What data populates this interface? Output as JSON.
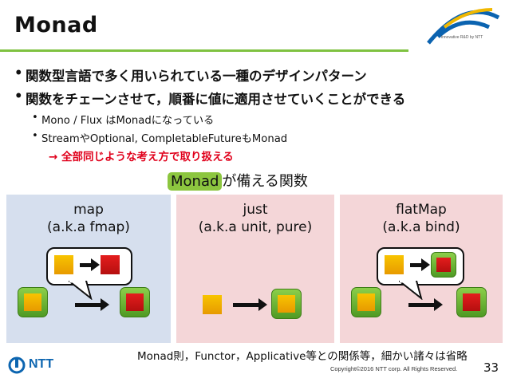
{
  "slide": {
    "title": "Monad",
    "logo_text": "Innovative R&D by NTT",
    "bullets": [
      "関数型言語で多く用いられている一種のデザインパターン",
      "関数をチェーンさせて，順番に値に適用させていくことができる"
    ],
    "sub_bullets": [
      "Mono / Flux はMonadになっている",
      "StreamやOptional, CompletableFutureもMonad"
    ],
    "emphasis": "→ 全部同じような考え方で取り扱える",
    "caption_highlight": "Monad",
    "caption_rest": "が備える関数",
    "panels": [
      {
        "line1": "map",
        "line2": "(a.k.a fmap)",
        "bg": "#d6dfee"
      },
      {
        "line1": "just",
        "line2": "(a.k.a unit, pure)",
        "bg": "#f4d6d8"
      },
      {
        "line1": "flatMap",
        "line2": "(a.k.a bind)",
        "bg": "#f4d6d8"
      }
    ],
    "footer_note": "Monad則，Functor，Applicative等との関係等，細かい諸々は省略",
    "ntt_label": "NTT",
    "copyright": "Copyright©2016  NTT corp. All Rights Reserved.",
    "page_number": "33",
    "colors": {
      "accent_green": "#7fc241",
      "emphasis_red": "#e0001b",
      "ntt_blue": "#0c65b0"
    }
  }
}
